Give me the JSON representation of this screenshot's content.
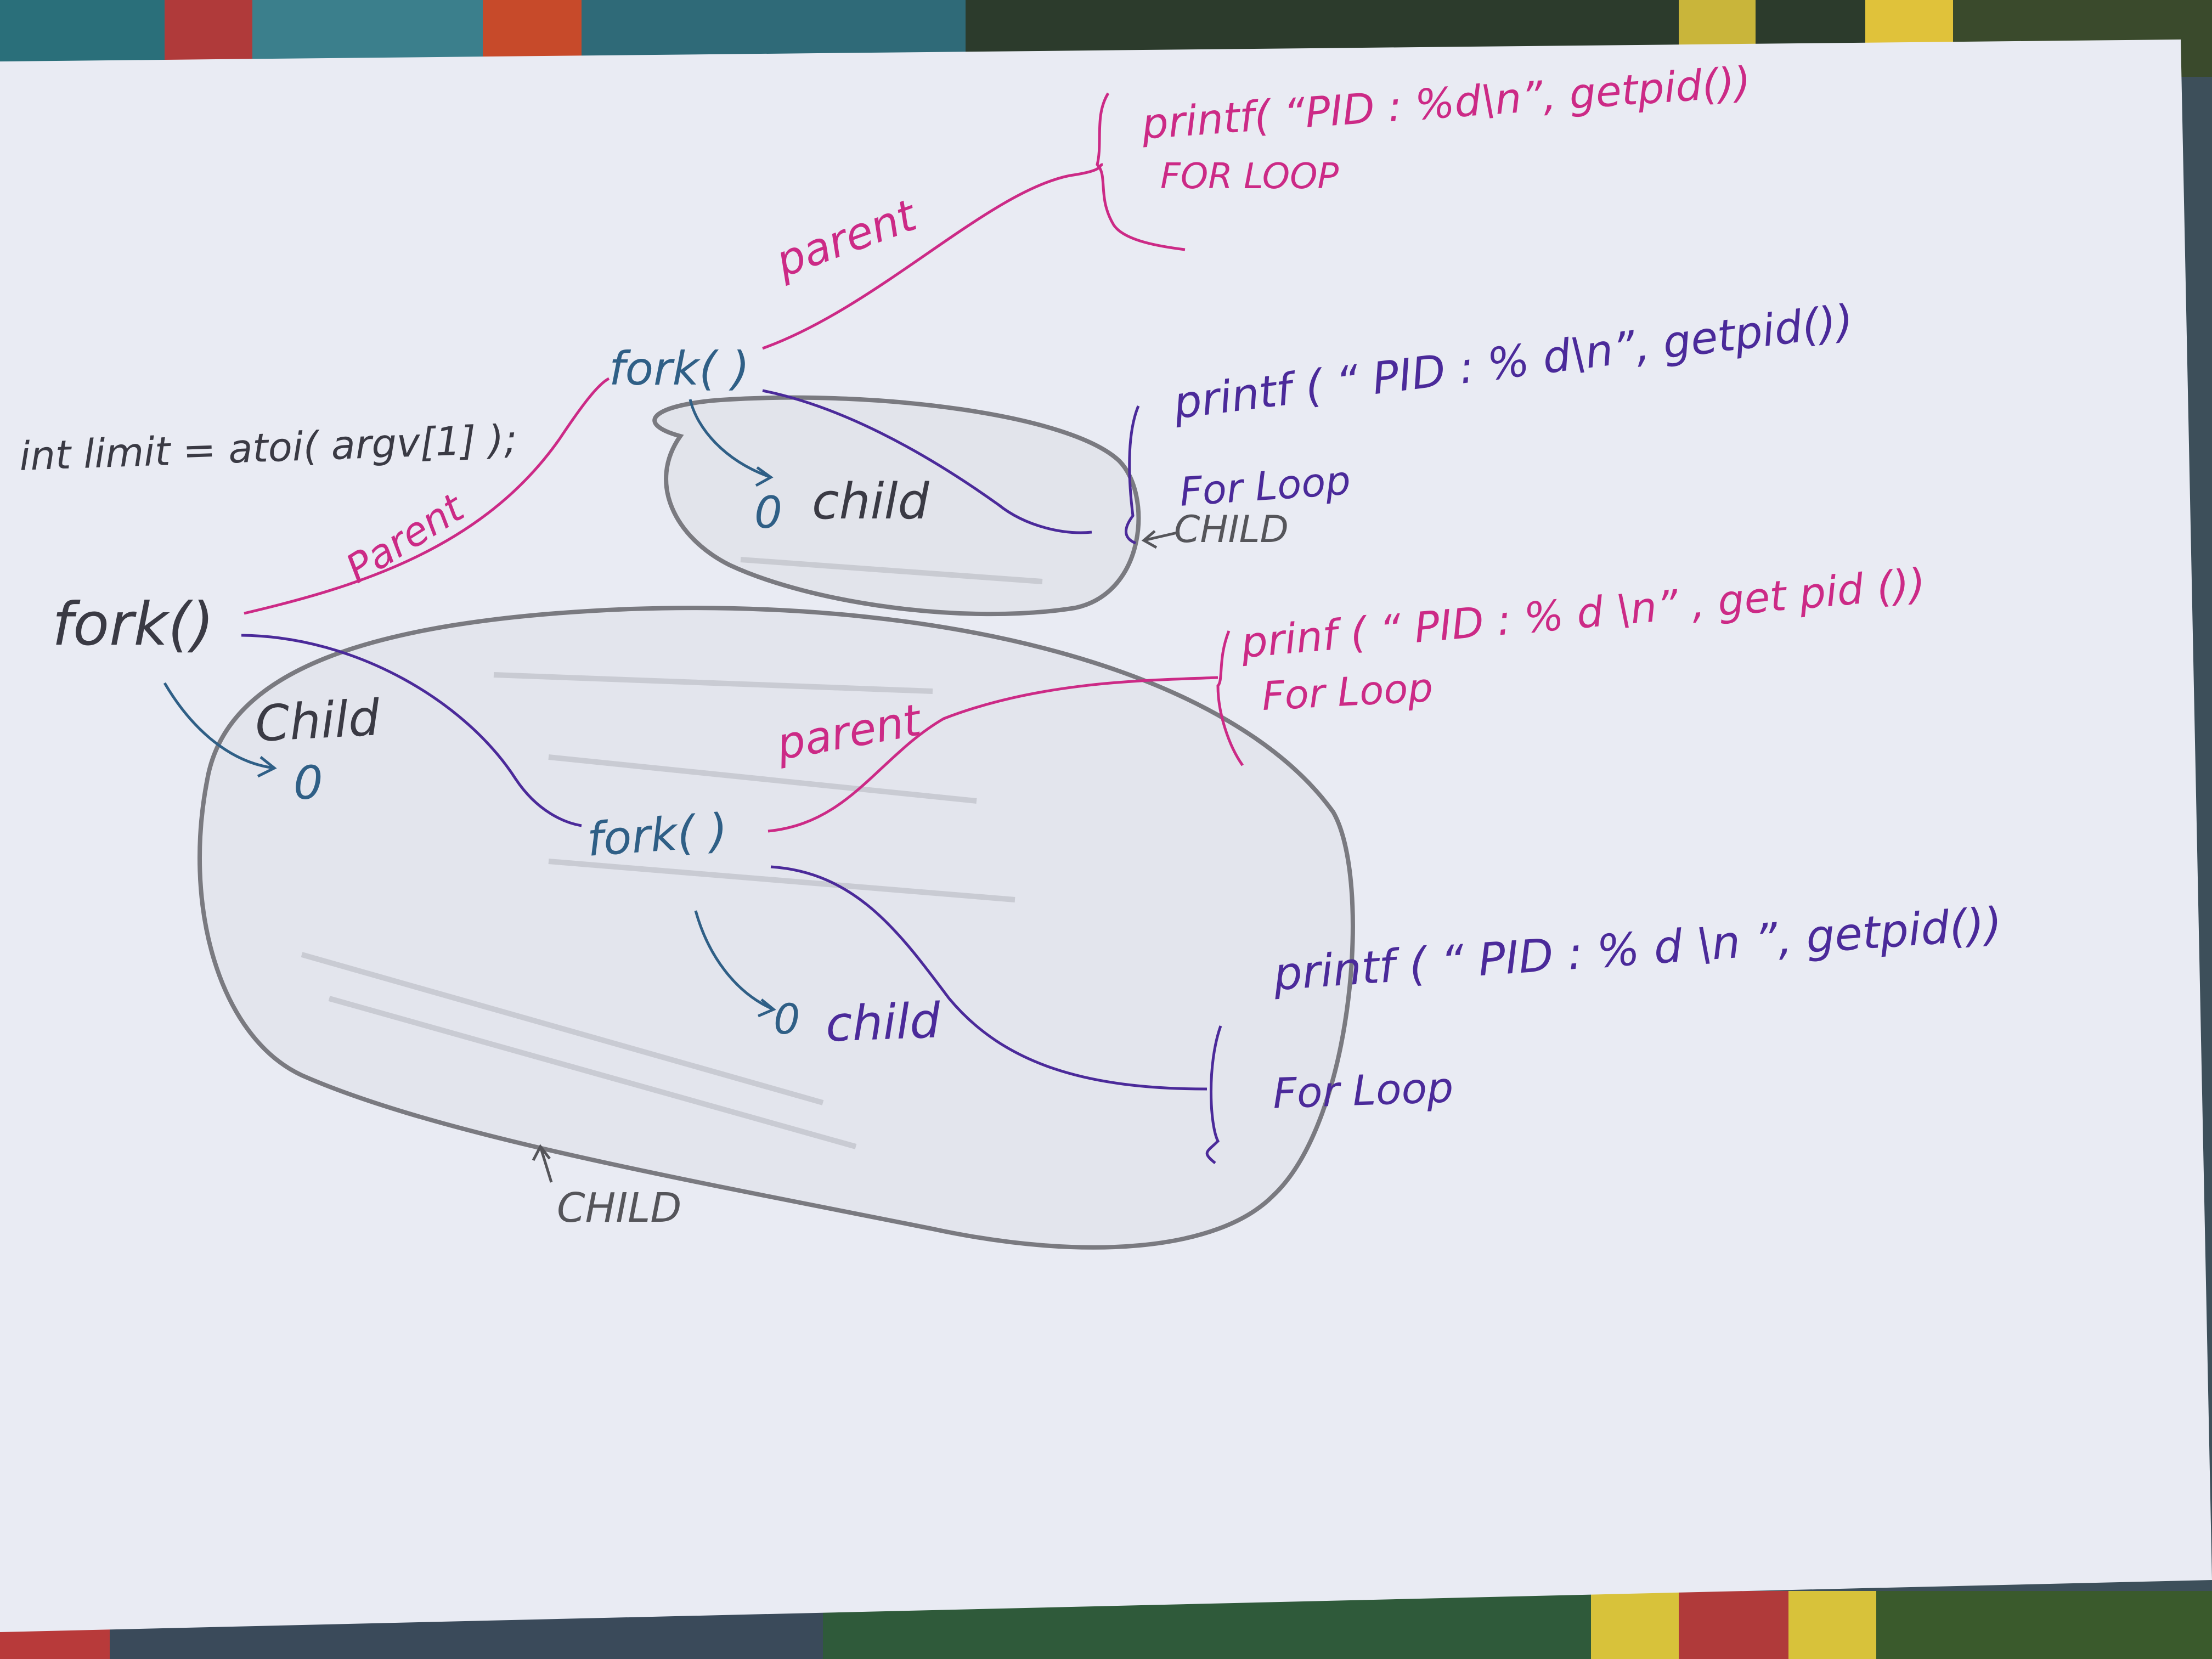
{
  "colors": {
    "paper": "#e9ebf3",
    "ink_dark": "#3a3a44",
    "ink_blue": "#2f5f86",
    "ink_violet": "#4b2a9a",
    "ink_pink": "#cc2a86",
    "pencil": "#7a7a80"
  },
  "notes": {
    "int_limit": "int limit = atoi( argv[1] );",
    "fork_main": "fork()",
    "parent_1": "Parent",
    "child_1": "Child",
    "zero_1": "0",
    "fork_top": "fork( )",
    "parent_2": "parent",
    "printf_1": "printf( “PID : %d\\n”, getpid())",
    "forloop_1": "FOR LOOP",
    "zero_2": "0",
    "child_2": "child",
    "printf_2": "printf ( “ PID : % d\\n”, getpid())",
    "forloop_2": "For Loop",
    "child_label_top": "CHILD",
    "fork_mid": "fork( )",
    "parent_3": "parent",
    "printf_3": "prinf ( “ PID : % d \\n” , get pid ())",
    "forloop_3": "For Loop",
    "zero_3": "0",
    "child_3": "child",
    "printf_4": "printf ( “ PID : % d \\n ”, getpid())",
    "forloop_4": "For Loop",
    "child_label_bottom": "CHILD"
  }
}
